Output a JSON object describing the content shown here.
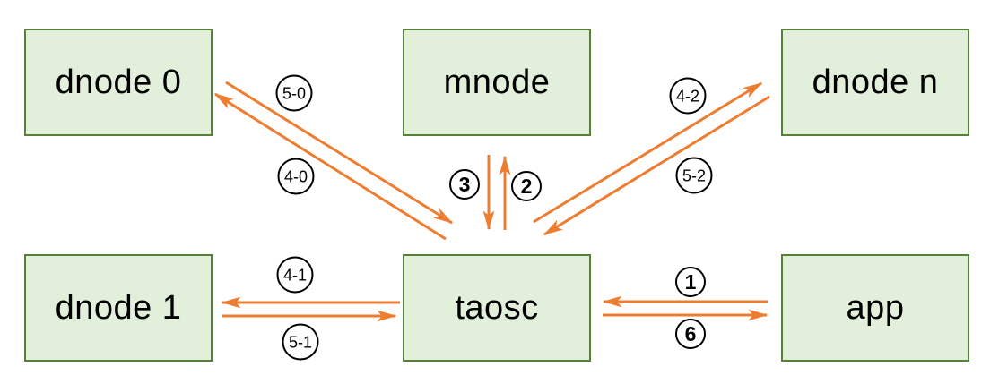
{
  "diagram": {
    "description_type": "flow-diagram",
    "nodes": [
      {
        "id": "dnode0",
        "label": "dnode 0"
      },
      {
        "id": "mnode",
        "label": "mnode"
      },
      {
        "id": "dnoden",
        "label": "dnode n"
      },
      {
        "id": "dnode1",
        "label": "dnode 1"
      },
      {
        "id": "taosc",
        "label": "taosc"
      },
      {
        "id": "app",
        "label": "app"
      }
    ],
    "edges": [
      {
        "label": "1",
        "from": "app",
        "to": "taosc"
      },
      {
        "label": "2",
        "from": "taosc",
        "to": "mnode"
      },
      {
        "label": "3",
        "from": "mnode",
        "to": "taosc"
      },
      {
        "label": "4-0",
        "from": "taosc",
        "to": "dnode 0"
      },
      {
        "label": "5-0",
        "from": "dnode 0",
        "to": "taosc"
      },
      {
        "label": "4-1",
        "from": "taosc",
        "to": "dnode 1"
      },
      {
        "label": "5-1",
        "from": "dnode 1",
        "to": "taosc"
      },
      {
        "label": "4-2",
        "from": "taosc",
        "to": "dnode n"
      },
      {
        "label": "5-2",
        "from": "dnode n",
        "to": "taosc"
      },
      {
        "label": "6",
        "from": "taosc",
        "to": "app"
      }
    ],
    "colors": {
      "node_fill": "#e2efda",
      "node_border": "#538135",
      "arrow": "#ed7d31",
      "label_ink": "#000000"
    }
  }
}
